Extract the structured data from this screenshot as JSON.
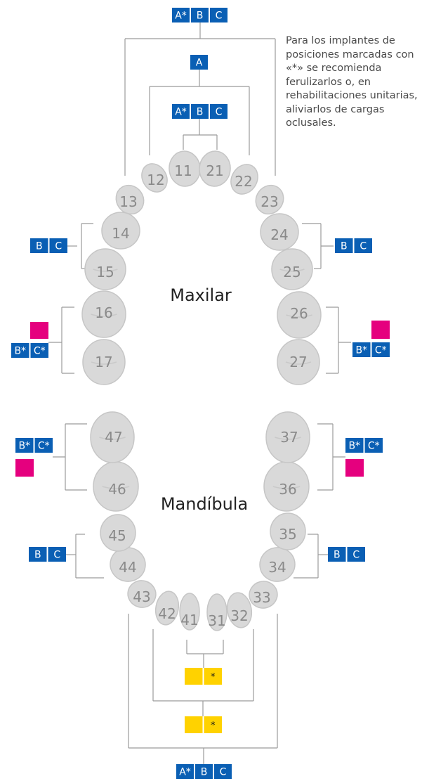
{
  "colors": {
    "tooth_fill": "#d9d9d9",
    "tooth_stroke": "#c6c6c6",
    "tooth_label": "#8a8a8a",
    "badge_blue": "#0a5fb4",
    "badge_magenta": "#e5007e",
    "badge_yellow": "#ffd200",
    "connector": "#9b9b9b"
  },
  "note": "Para los implantes de posiciones marcadas con «*» se recomienda ferulizarlos o, en rehabilitaciones unitarias, aliviarlos de cargas oclusales.",
  "sections": {
    "upper": "Maxilar",
    "lower": "Mandíbula"
  },
  "teeth": {
    "upper": [
      "11",
      "12",
      "13",
      "14",
      "15",
      "16",
      "17",
      "21",
      "22",
      "23",
      "24",
      "25",
      "26",
      "27"
    ],
    "lower": [
      "31",
      "32",
      "33",
      "34",
      "35",
      "36",
      "37",
      "41",
      "42",
      "43",
      "44",
      "45",
      "46",
      "47"
    ]
  },
  "badge_sets": {
    "upper_outer": [
      "A*",
      "B",
      "C"
    ],
    "upper_middle": [
      "A"
    ],
    "upper_inner": [
      "A*",
      "B",
      "C"
    ],
    "upper_premolar_right": [
      "B",
      "C"
    ],
    "upper_premolar_left": [
      "B",
      "C"
    ],
    "upper_molar_right": [
      "B*",
      "C*"
    ],
    "upper_molar_left": [
      "B*",
      "C*"
    ],
    "lower_molar_right": [
      "B*",
      "C*"
    ],
    "lower_molar_left": [
      "B*",
      "C*"
    ],
    "lower_premolar_right": [
      "B",
      "C"
    ],
    "lower_premolar_left": [
      "B",
      "C"
    ],
    "lower_inner": [
      "",
      "*"
    ],
    "lower_middle": [
      "",
      "*"
    ],
    "lower_outer": [
      "A*",
      "B",
      "C"
    ]
  }
}
